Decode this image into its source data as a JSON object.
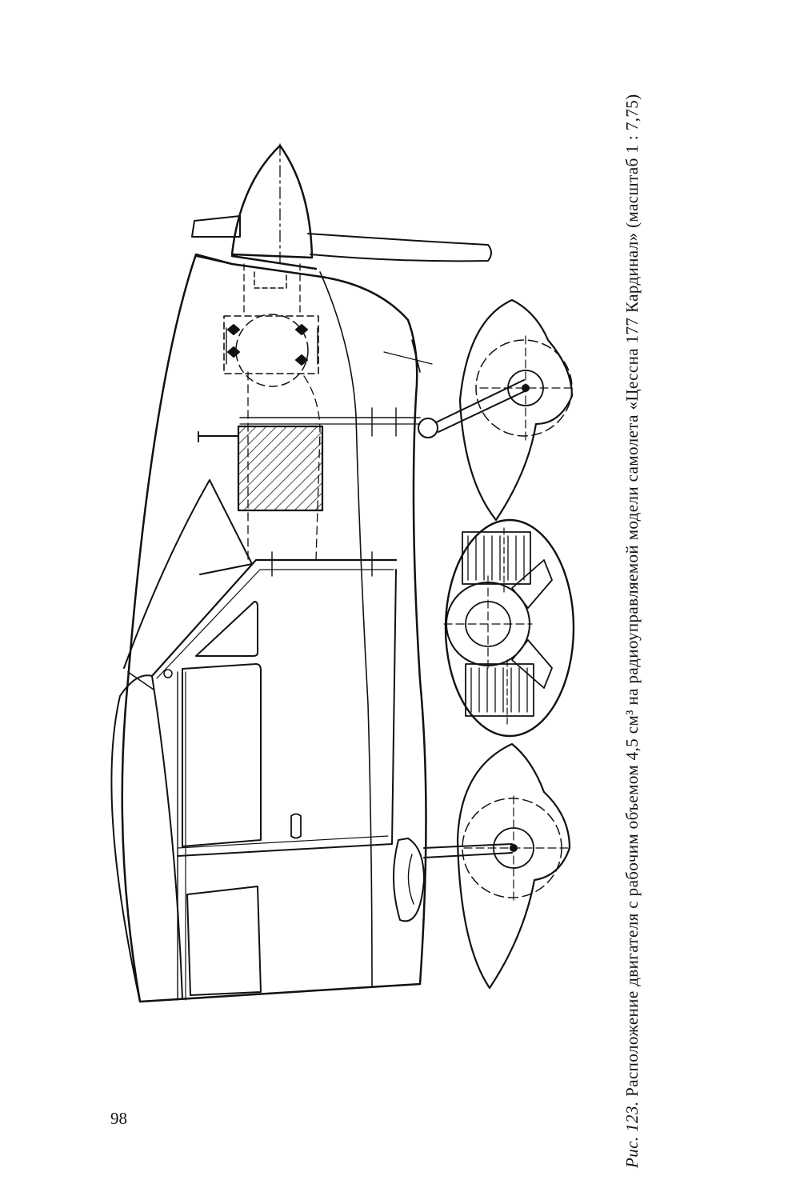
{
  "caption": {
    "figure_label": "Рис. 123.",
    "text": "Расположение двигателя с рабочим объемом 4,5 см³ на радиоуправляемой модели самолета «Цессна 177 Кардинал» (масштаб 1 : 7,75)"
  },
  "page_number": "98",
  "colors": {
    "ink": "#111111",
    "paper": "#ffffff"
  }
}
